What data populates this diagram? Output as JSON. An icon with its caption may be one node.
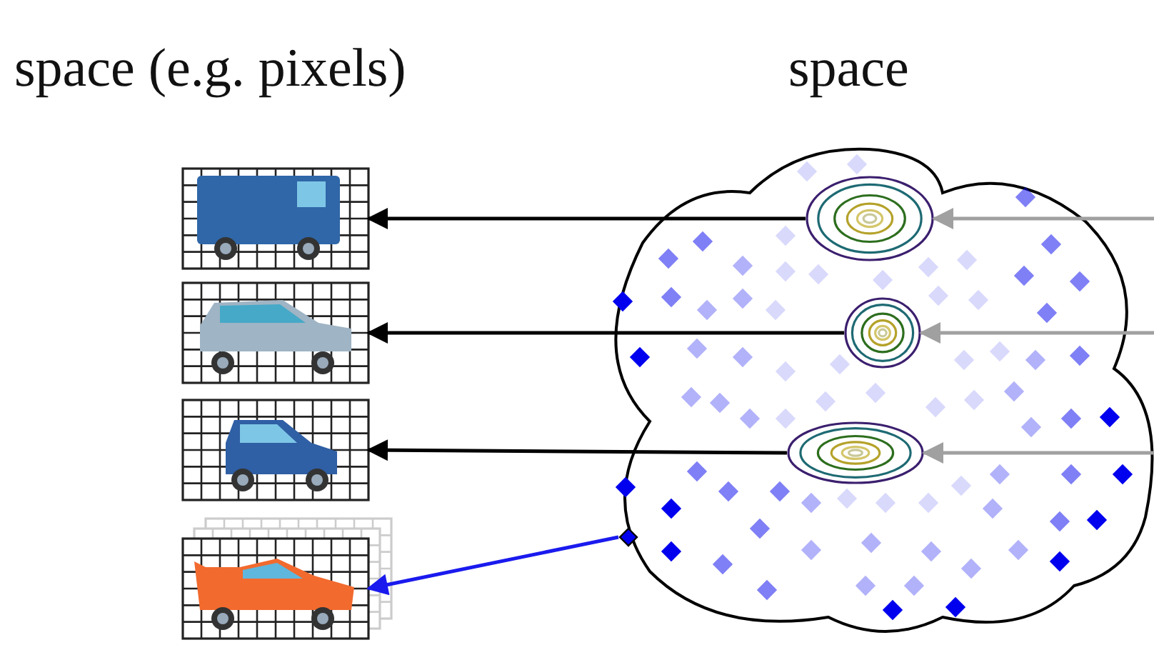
{
  "diagram": {
    "nodes": [
      {
        "text": [],
        "shape": "picture"
      },
      {
        "text": [],
        "shape": "picture"
      },
      {
        "text": [],
        "shape": "picture"
      },
      {
        "text": [],
        "shape": "picture"
      },
      {
        "text": [],
        "shape": "cloud"
      },
      {
        "text": [],
        "shape": "ellipse",
        "in": 4
      },
      {
        "text": [],
        "shape": "ellipse",
        "in": 4
      },
      {
        "text": [],
        "shape": "ellipse",
        "in": 4
      },
      {
        "text": [],
        "shape": "diamond",
        "in": 4
      }
    ],
    "edges": [
      {
        "from": 5,
        "to": 0,
        "arrow": "to"
      },
      {
        "from": 6,
        "to": 1,
        "arrow": "to"
      },
      {
        "from": 7,
        "to": 2,
        "arrow": "to"
      },
      {
        "from": 8,
        "to": 3,
        "arrow": "to",
        "color": "#1a1aee"
      },
      {
        "from": null,
        "to": 5,
        "arrow": "to",
        "color": "#a0a0a0"
      },
      {
        "from": null,
        "to": 6,
        "arrow": "to",
        "color": "#a0a0a0"
      },
      {
        "from": null,
        "to": 7,
        "arrow": "to",
        "color": "#a0a0a0"
      }
    ],
    "labels": [
      "space (e.g. pixels)",
      "space"
    ]
  }
}
